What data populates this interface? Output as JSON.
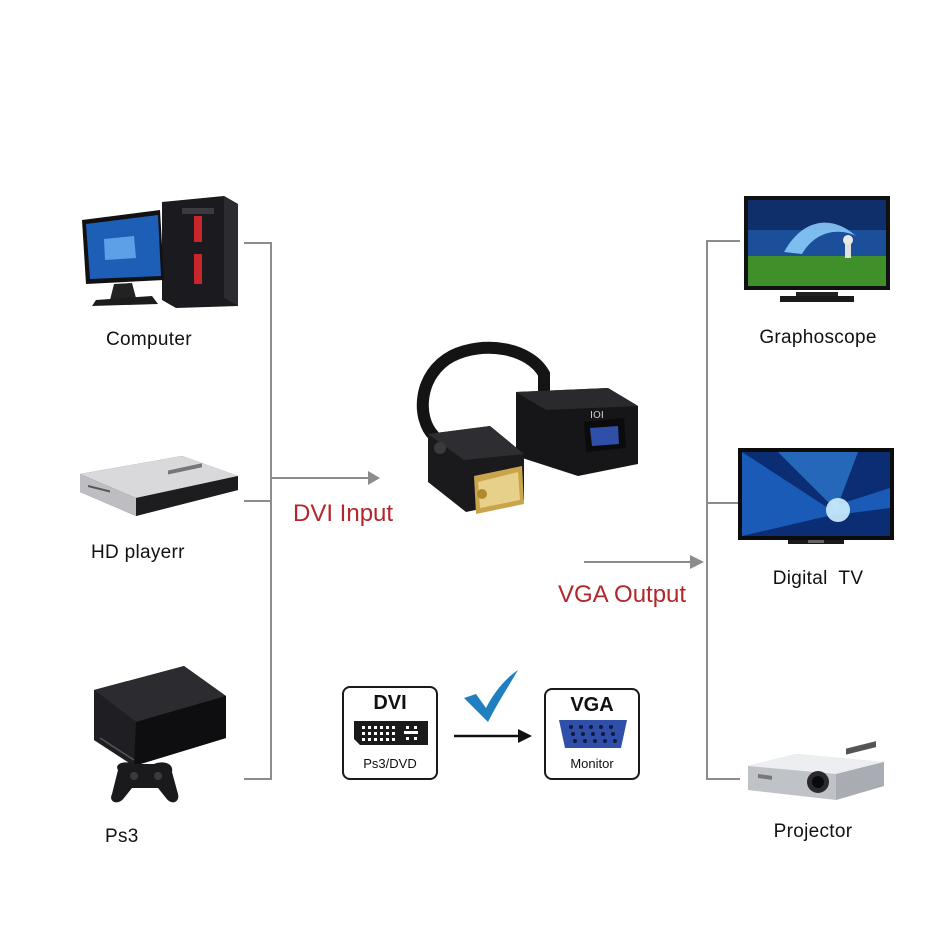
{
  "sources": [
    {
      "label": "Computer",
      "icon": "computer-icon"
    },
    {
      "label": "HD playerr",
      "icon": "hd-player-icon"
    },
    {
      "label": "Ps3",
      "icon": "ps3-console-icon"
    }
  ],
  "outputs": [
    {
      "label": "Graphoscope",
      "icon": "graphoscope-display-icon"
    },
    {
      "label": "Digital  TV",
      "icon": "digital-tv-icon"
    },
    {
      "label": "Projector",
      "icon": "projector-icon"
    }
  ],
  "adapter": {
    "input_label": "DVI Input",
    "output_label": "VGA Output",
    "port_mark": "IOI",
    "icon": "dvi-vga-adapter-icon"
  },
  "legend": {
    "dvi_box": {
      "title": "DVI",
      "subtitle": "Ps3/DVD"
    },
    "vga_box": {
      "title": "VGA",
      "subtitle": "Monitor"
    }
  },
  "colors": {
    "accent_red": "#b3262a",
    "check_blue": "#1f7fc0",
    "line_gray": "#8c8c8c",
    "vga_port_blue": "#2f4fa8"
  }
}
